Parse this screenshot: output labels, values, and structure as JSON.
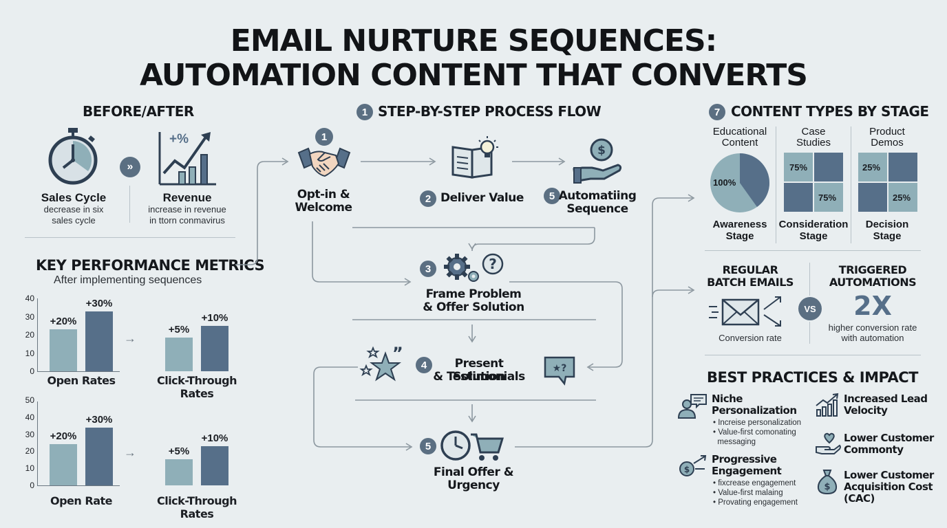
{
  "title": {
    "line1": "EMAIL NURTURE SEQUENCES:",
    "line2": "AUTOMATION CONTENT THAT CONVERTS"
  },
  "before_after": {
    "heading": "BEFORE/AFTER",
    "sales_cycle": {
      "title": "Sales Cycle",
      "line1": "decrease in six",
      "line2": "sales cycle"
    },
    "revenue": {
      "title": "Revenue",
      "icon_text": "+%",
      "line1": "increase in revenue",
      "line2": "in ttorn conmavirus"
    }
  },
  "metrics": {
    "heading": "KEY PERFORMANCE METRICS",
    "subheading": "After implementing sequences"
  },
  "chart_data": [
    {
      "type": "bar",
      "ylim": [
        0,
        40
      ],
      "yticks": [
        "40",
        "30",
        "20",
        "10",
        "0"
      ],
      "groups": [
        {
          "label": "Open Rates",
          "values": [
            23,
            33
          ],
          "labels": [
            "+20%",
            "+30%"
          ]
        },
        {
          "label": "Click-Through Rates",
          "values": [
            18.5,
            25
          ],
          "labels": [
            "+5%",
            "+10%"
          ]
        }
      ]
    },
    {
      "type": "bar",
      "ylim": [
        0,
        50
      ],
      "yticks": [
        "50",
        "40",
        "30",
        "20",
        "10",
        "0"
      ],
      "groups": [
        {
          "label": "Open Rate",
          "values": [
            24,
            34
          ],
          "labels": [
            "+20%",
            "+30%"
          ]
        },
        {
          "label": "Click-Through Rates",
          "values": [
            15.5,
            23
          ],
          "labels": [
            "+5%",
            "+10%"
          ]
        }
      ]
    }
  ],
  "process": {
    "heading_num": "1",
    "heading": "STEP-BY-STEP PROCESS FLOW",
    "steps": [
      {
        "num": "1",
        "line1": "Opt-in &",
        "line2": "Welcome"
      },
      {
        "num": "2",
        "line1": "Deliver Value",
        "line2": ""
      },
      {
        "num": "5",
        "line1": "Automatiing",
        "line2": "Sequence"
      },
      {
        "num": "3",
        "line1": "Frame Problem",
        "line2": "& Offer Solution"
      },
      {
        "num": "4",
        "line1": "Present Solution",
        "line2": "& Testimonials"
      },
      {
        "num": "5",
        "line1": "Final Offer &",
        "line2": "Urgency"
      }
    ],
    "dollar_symbol": "$"
  },
  "content_types": {
    "heading_num": "7",
    "heading": "CONTENT TYPES BY STAGE",
    "columns": [
      {
        "top1": "Educational",
        "top2": "Content",
        "bottom1": "Awareness",
        "bottom2": "Stage",
        "value_label": "100%"
      },
      {
        "top1": "Case",
        "top2": "Studies",
        "bottom1": "Consideration",
        "bottom2": "Stage",
        "labels": [
          "75%",
          "75%"
        ]
      },
      {
        "top1": "Product",
        "top2": "Demos",
        "bottom1": "Decision",
        "bottom2": "Stage",
        "labels": [
          "25%",
          "25%"
        ]
      }
    ]
  },
  "comparison": {
    "left_line1": "REGULAR",
    "left_line2": "BATCH EMAILS",
    "left_caption": "Conversion rate",
    "vs": "VS",
    "right_line1": "TRIGGERED",
    "right_line2": "AUTOMATIONS",
    "big": "2X",
    "right_caption1": "higher conversion rate",
    "right_caption2": "with automation"
  },
  "best_practices": {
    "heading": "BEST PRACTICES & IMPACT",
    "left": [
      {
        "title1": "Niche",
        "title2": "Personalization",
        "bullets": [
          "• Increise personalization",
          "• Value-first comonating",
          "  messaging"
        ]
      },
      {
        "title1": "Progressive",
        "title2": "Engagement",
        "bullets": [
          "• fixcrease engagement",
          "• Value-first malaing",
          "• Provating engagement"
        ]
      }
    ],
    "right": [
      {
        "line1": "Increased Lead",
        "line2": "Velocity",
        "line3": ""
      },
      {
        "line1": "Lower Customer",
        "line2": "Commonty",
        "line3": ""
      },
      {
        "line1": "Lower Customer",
        "line2": "Acquisition Cost",
        "line3": "(CAC)"
      }
    ],
    "dollar_symbol": "$"
  },
  "colors": {
    "background": "#e9eef0",
    "light_bar": "#8fafb8",
    "dark_bar": "#566f89",
    "accent": "#5b6f82"
  }
}
